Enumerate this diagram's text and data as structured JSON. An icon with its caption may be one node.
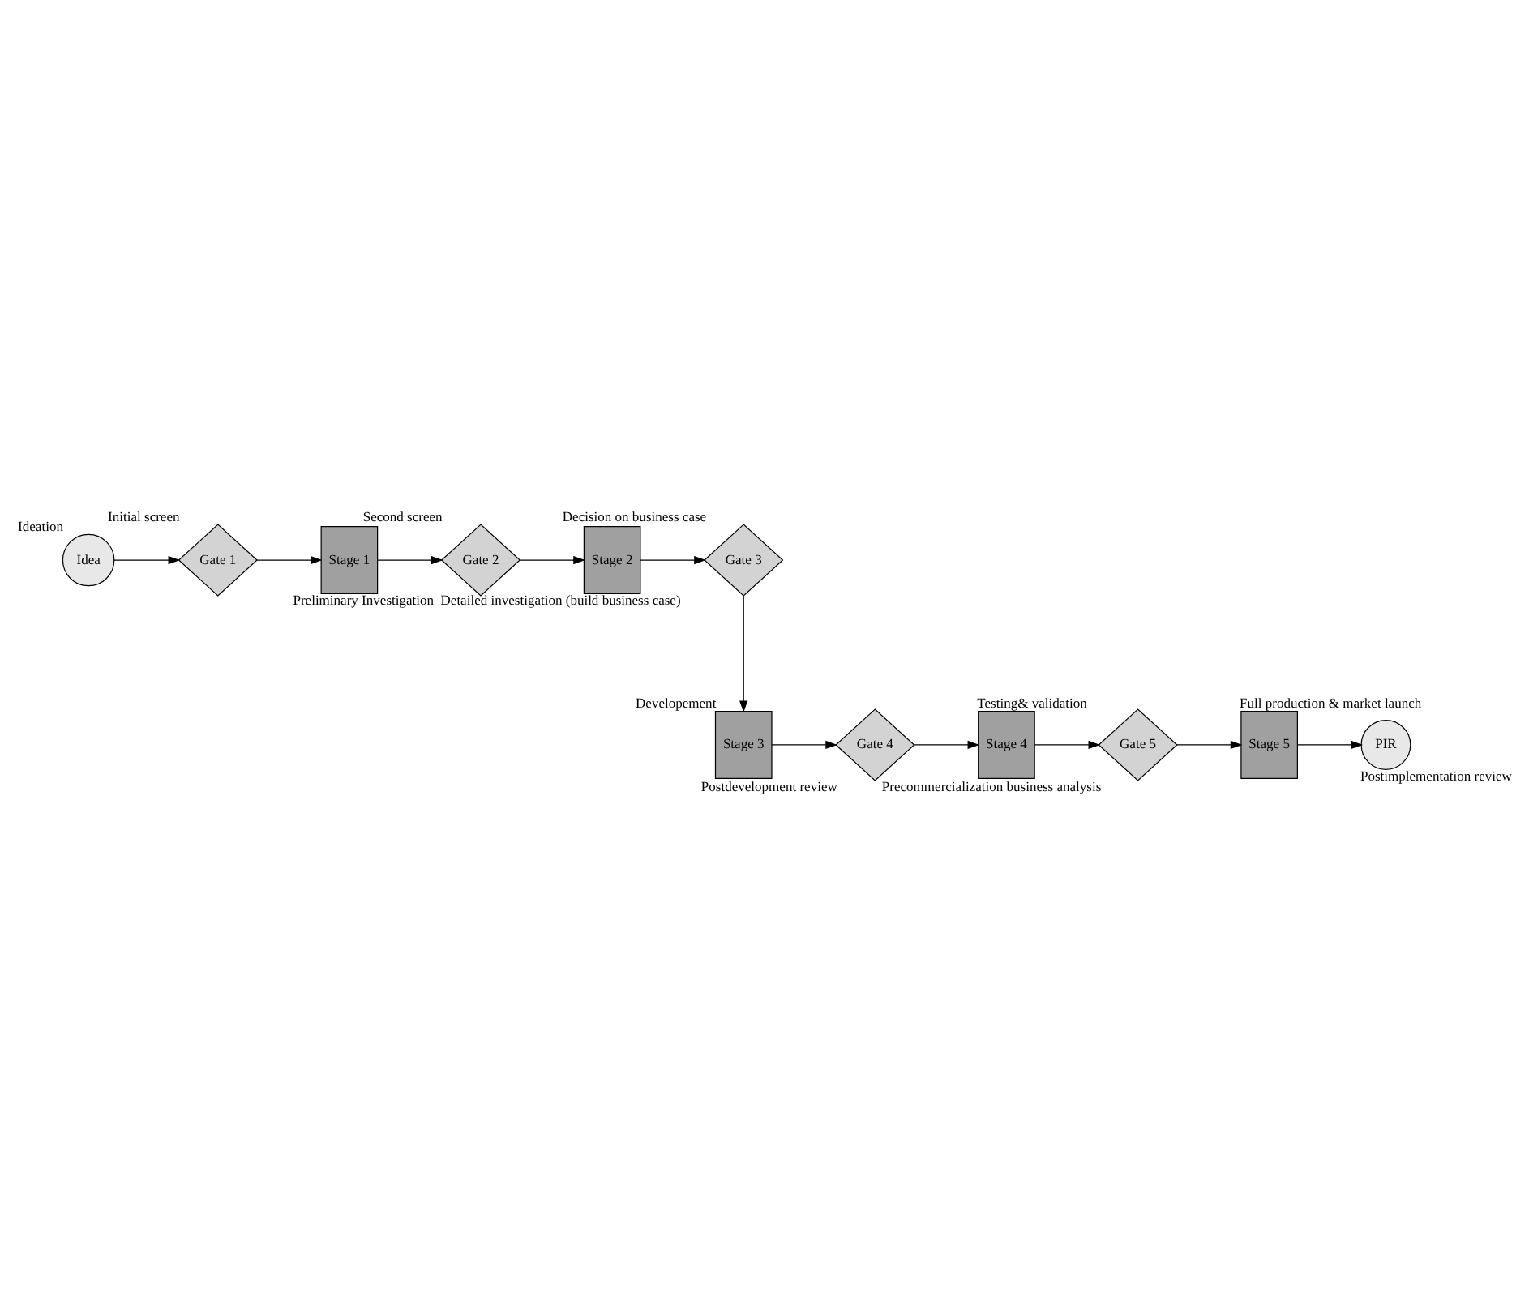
{
  "diagram": {
    "nodes": [
      {
        "text": [
          "Idea"
        ],
        "beside": [
          "Ideation"
        ]
      },
      {
        "text": [
          "Gate 1"
        ],
        "beside": [
          "Initial screen"
        ]
      },
      {
        "text": [
          "Stage 1"
        ],
        "beside": [
          "Preliminary Investigation"
        ]
      },
      {
        "text": [
          "Gate 2"
        ],
        "beside": [
          "Second screen"
        ]
      },
      {
        "text": [
          "Stage 2"
        ],
        "beside": [
          "Detailed investigation (build business case)"
        ]
      },
      {
        "text": [
          "Gate 3"
        ],
        "beside": [
          "Decision on business case"
        ]
      },
      {
        "text": [
          "Stage 3"
        ],
        "beside": [
          "Developement"
        ]
      },
      {
        "text": [
          "Gate 4"
        ],
        "beside": [
          "Postdevelopment review"
        ]
      },
      {
        "text": [
          "Stage 4"
        ],
        "beside": [
          "Testing& validation"
        ]
      },
      {
        "text": [
          "Gate 5"
        ],
        "beside": [
          "Precommercialization business analysis"
        ]
      },
      {
        "text": [
          "Stage 5"
        ],
        "beside": [
          "Full production & market launch"
        ]
      },
      {
        "text": [
          "PIR"
        ],
        "beside": [
          "Postimplementation review"
        ]
      }
    ],
    "edges": [
      {
        "from": 0,
        "to": 1,
        "arrow": "to"
      },
      {
        "from": 1,
        "to": 2,
        "arrow": "to"
      },
      {
        "from": 2,
        "to": 3,
        "arrow": "to"
      },
      {
        "from": 3,
        "to": 4,
        "arrow": "to"
      },
      {
        "from": 4,
        "to": 5,
        "arrow": "to"
      },
      {
        "from": 5,
        "to": 6,
        "arrow": "to"
      },
      {
        "from": 6,
        "to": 7,
        "arrow": "to"
      },
      {
        "from": 7,
        "to": 8,
        "arrow": "to"
      },
      {
        "from": 8,
        "to": 9,
        "arrow": "to"
      },
      {
        "from": 9,
        "to": 10,
        "arrow": "to"
      },
      {
        "from": 10,
        "to": 11,
        "arrow": "to"
      }
    ]
  }
}
